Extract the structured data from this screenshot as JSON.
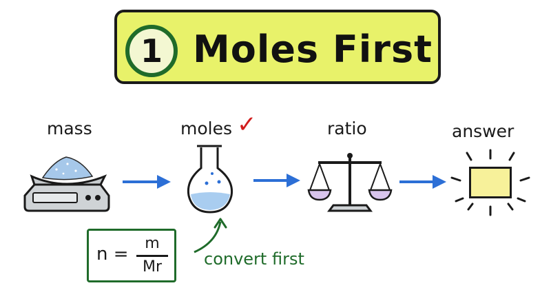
{
  "title": {
    "number": "1",
    "text": "Moles First"
  },
  "steps": [
    {
      "label": "mass",
      "icon": "scale-with-powder"
    },
    {
      "label": "moles",
      "icon": "conical-flask",
      "check": "✓"
    },
    {
      "label": "ratio",
      "icon": "balance-scales"
    },
    {
      "label": "answer",
      "icon": "glowing-box"
    }
  ],
  "formula": {
    "lhs": "n =",
    "numerator": "m",
    "denominator": "Mr"
  },
  "note": "convert first",
  "colors": {
    "banner": "#e8f26a",
    "arrow": "#2c6fd6",
    "formula_border": "#1f6b2a",
    "check": "#d11d1d",
    "answer_fill": "#f7f19a"
  }
}
